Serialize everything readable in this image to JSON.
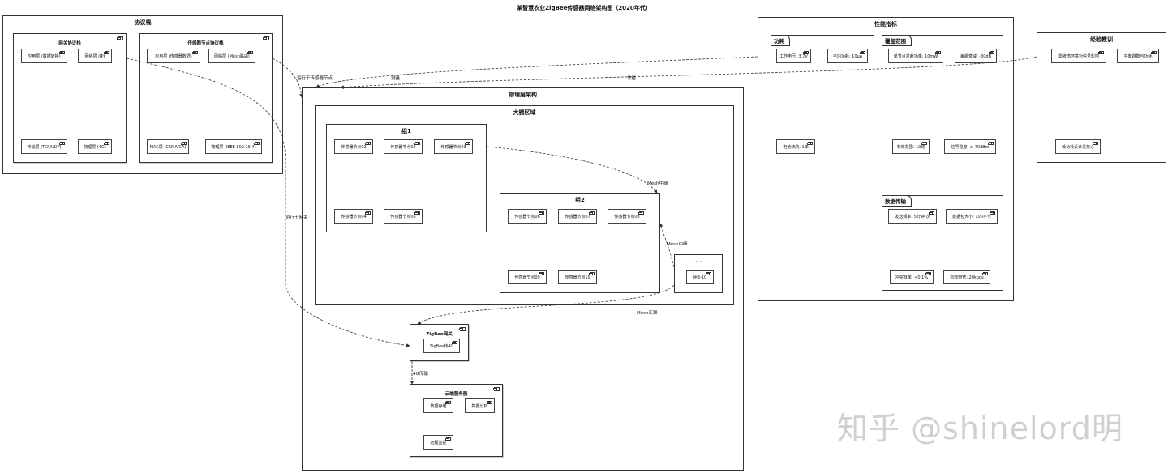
{
  "title": "某智慧农业ZigBee传感器网络架构图（2020年代）",
  "protocol_stack": {
    "title": "协议栈",
    "gateway_stack": {
      "title": "网关协议栈",
      "app": "应用层 (数据转换)",
      "net": "网络层 (IP)",
      "transport": "传输层 (TCP/UDP)",
      "phy": "物理层 (4G)"
    },
    "node_stack": {
      "title": "传感器节点协议栈",
      "app": "应用层 (传感器数据)",
      "net": "网络层 (Mesh路由)",
      "mac": "MAC层 (CSMA/CA)",
      "phy": "物理层 (IEEE 802.15.4)"
    }
  },
  "physical": {
    "title": "物理层架构",
    "greenhouse": {
      "title": "大棚区域",
      "group1": {
        "title": "组1",
        "nodes": [
          "传感器节点01",
          "传感器节点02",
          "传感器节点03",
          "传感器节点04",
          "传感器节点05"
        ]
      },
      "group2": {
        "title": "组2",
        "nodes": [
          "传感器节点06",
          "传感器节点07",
          "传感器节点08",
          "传感器节点09",
          "传感器节点10"
        ]
      },
      "more": {
        "title": "...",
        "item": "组3-10"
      }
    },
    "gateway": {
      "title": "ZigBee网关",
      "item": "ZigBee转4G"
    },
    "cloud": {
      "title": "云端服务器",
      "storage": "数据存储",
      "analysis": "数据分析",
      "monitor": "远程监控"
    }
  },
  "performance": {
    "title": "性能指标",
    "power": {
      "title": "功耗",
      "voltage": "工作电压: 3.7V",
      "avg": "平均功耗: 10μA",
      "battery": "电池续航: 1年"
    },
    "coverage": {
      "title": "覆盖范围",
      "tx": "单节点发射功率: 10mW",
      "atten": "每跳衰减: -30dB",
      "range": "有效范围: 10跳",
      "signal": "信号强度: ≥-70dBm"
    },
    "transfer": {
      "title": "数据传输",
      "freq": "发送频率: 5分钟/次",
      "size": "数据包大小: 100字节",
      "collision": "冲突概率: <0.1%",
      "bandwidth": "有效带宽: 20kbps"
    }
  },
  "lessons": {
    "title": "经验教训",
    "env": "需考虑环境对信号影响",
    "balance": "平衡跳数与功耗",
    "core": "低功耗设计是核心"
  },
  "links": {
    "runs_on_node": "运行于传感器节点",
    "runs_on_gateway": "运行于网关",
    "measure": "测量",
    "summary": "总结",
    "mesh_relay_1": "Mesh中继",
    "mesh_relay_2": "Mesh中继",
    "mesh_agg": "Mesh汇聚",
    "trans_4g": "4G传输"
  },
  "watermark": "知乎 @shinelord明"
}
